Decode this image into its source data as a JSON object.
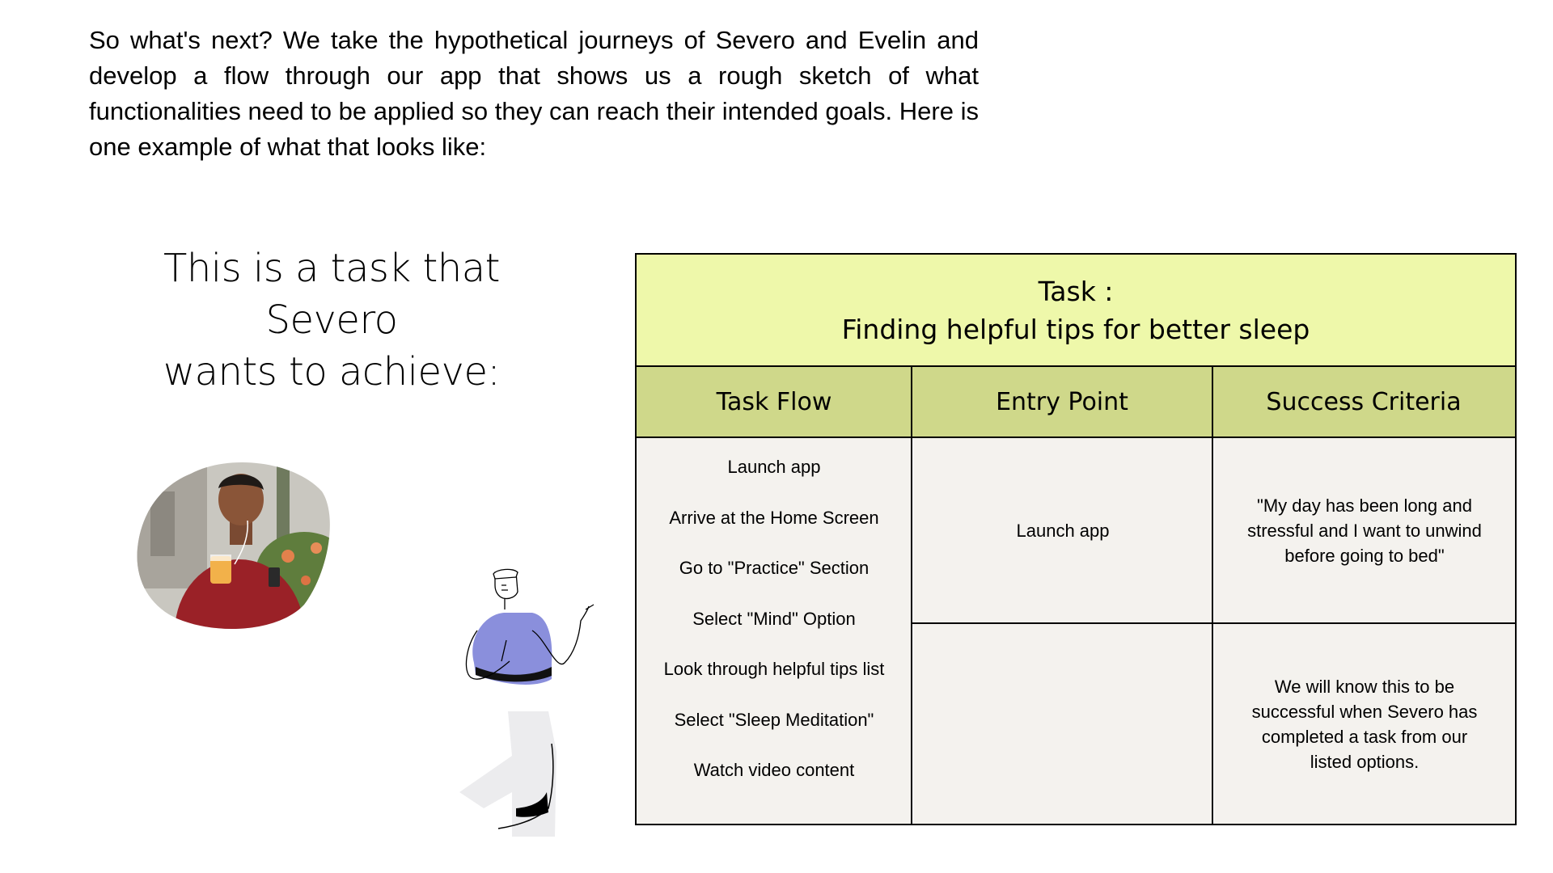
{
  "intro": {
    "text": "So what's next? We take the hypothetical journeys of Severo and Evelin and develop a flow through our app that shows us a rough sketch of what functionalities need to be applied so they can reach their intended goals. Here is one example of what that looks like:"
  },
  "headline": {
    "line1": "This is a task that Severo",
    "line2": "wants to achieve:"
  },
  "task": {
    "label": "Task :",
    "title": "Finding helpful tips for better sleep"
  },
  "columns": {
    "task_flow": "Task Flow",
    "entry_point": "Entry Point",
    "success_criteria": "Success Criteria"
  },
  "task_flow": [
    "Launch app",
    "Arrive at the Home Screen",
    "Go to \"Practice\" Section",
    "Select \"Mind\" Option",
    "Look through helpful tips list",
    "Select \"Sleep Meditation\"",
    "Watch video content"
  ],
  "entry_point": {
    "top": "Launch app",
    "bottom": ""
  },
  "success_criteria": {
    "top": "\"My day has been long and stressful and I want to unwind before going to bed\"",
    "bottom": "We will know this to be successful when Severo has completed a task from our listed options."
  },
  "colors": {
    "header_bg": "#eef8aa",
    "column_header_bg": "#cfd88a",
    "cell_bg": "#f4f2ee",
    "figure_shirt": "#8a8fdc"
  }
}
